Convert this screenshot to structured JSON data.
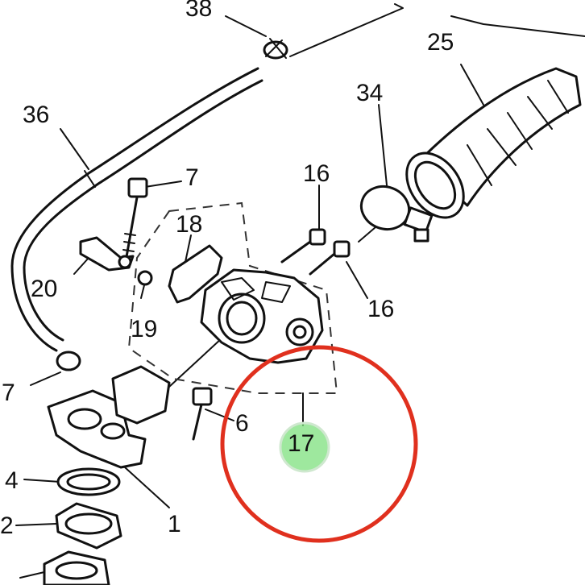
{
  "callouts": [
    {
      "id": "38",
      "label": "38"
    },
    {
      "id": "25",
      "label": "25"
    },
    {
      "id": "36",
      "label": "36"
    },
    {
      "id": "34",
      "label": "34"
    },
    {
      "id": "7a",
      "label": "7"
    },
    {
      "id": "16a",
      "label": "16"
    },
    {
      "id": "18",
      "label": "18"
    },
    {
      "id": "20",
      "label": "20"
    },
    {
      "id": "19",
      "label": "19"
    },
    {
      "id": "16b",
      "label": "16"
    },
    {
      "id": "7b",
      "label": "7"
    },
    {
      "id": "6",
      "label": "6"
    },
    {
      "id": "17",
      "label": "17"
    },
    {
      "id": "4",
      "label": "4"
    },
    {
      "id": "1",
      "label": "1"
    },
    {
      "id": "2",
      "label": "2"
    }
  ],
  "highlight": {
    "target": "17",
    "circle_color": "#e0301e",
    "dot_color": "#7de07d"
  }
}
